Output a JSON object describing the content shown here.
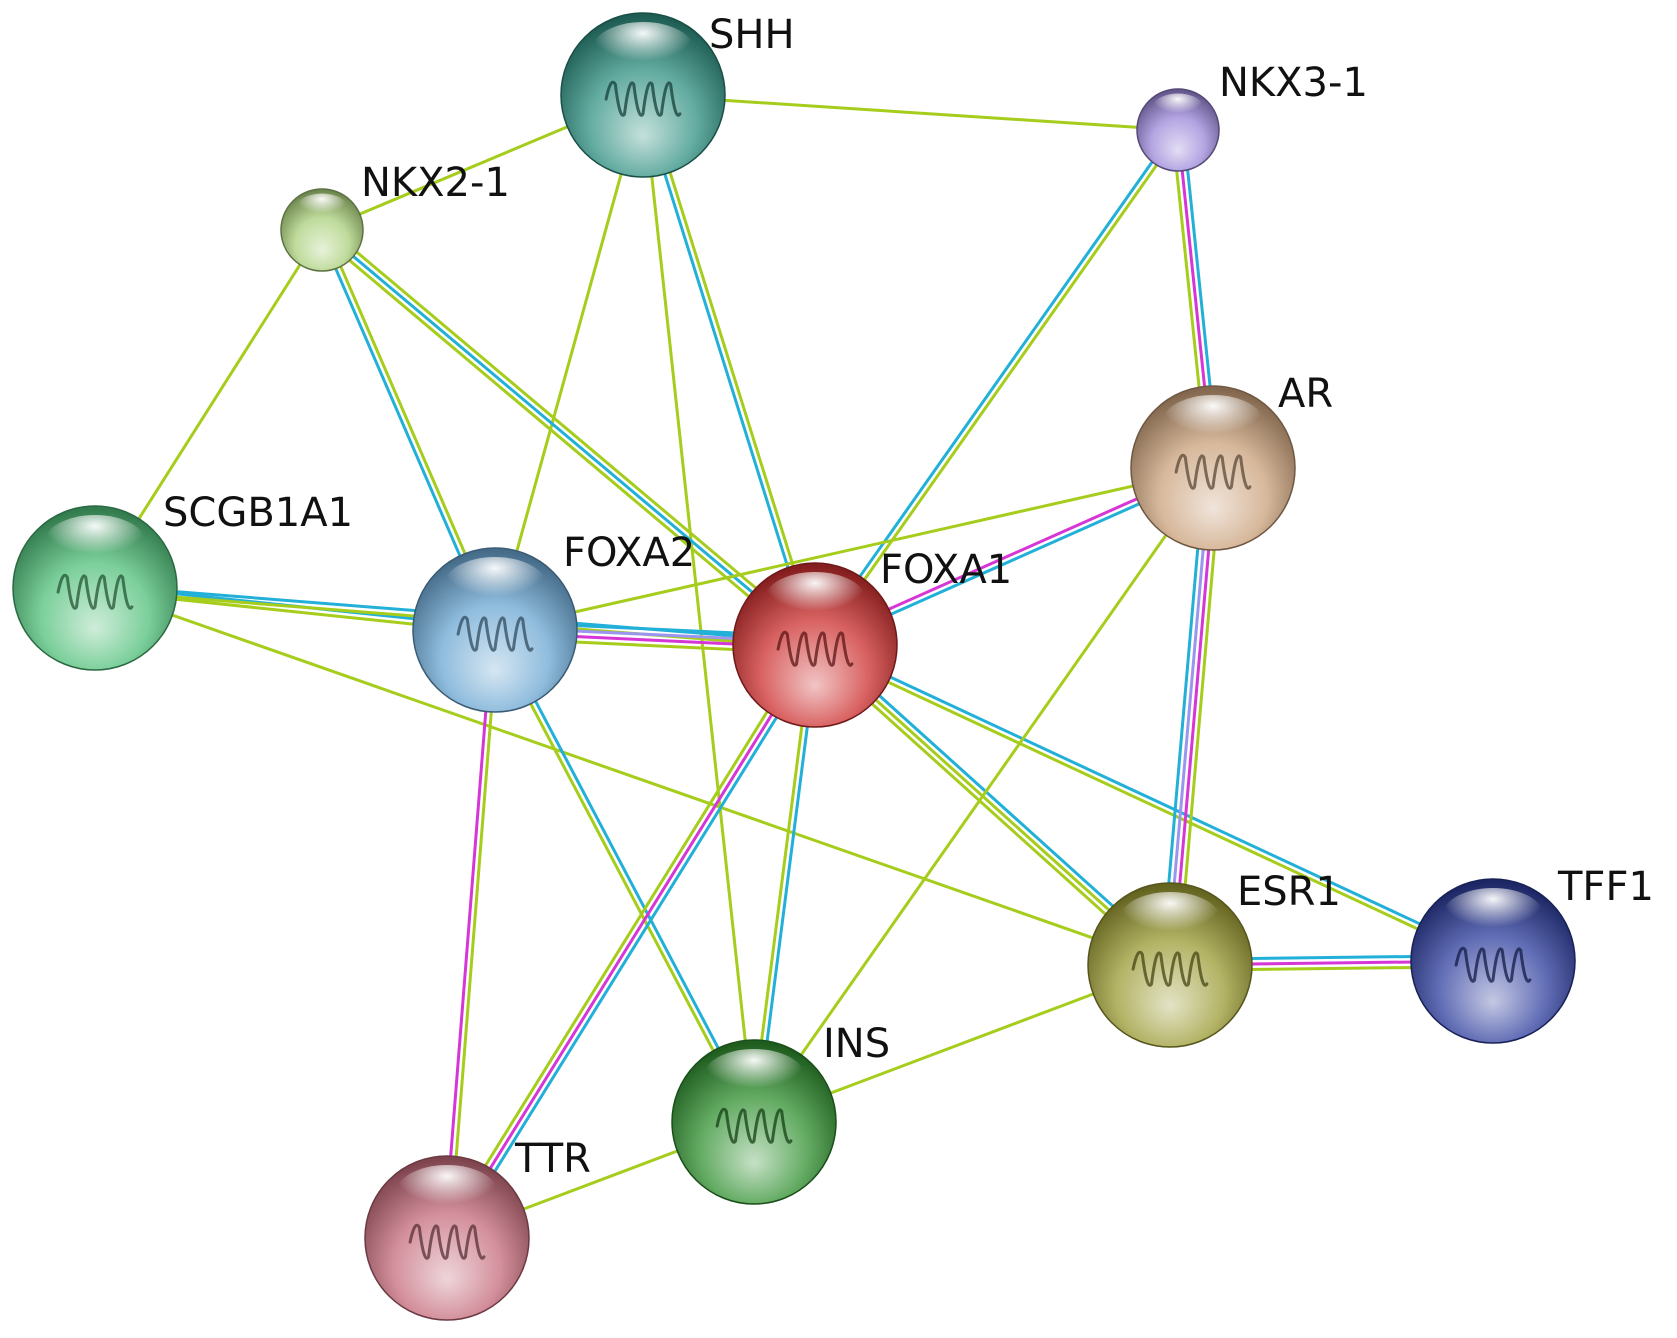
{
  "network": {
    "nodes": [
      {
        "id": "SHH",
        "label": "SHH",
        "color": "#2e8f80"
      },
      {
        "id": "NKX3-1",
        "label": "NKX3-1",
        "color": "#9a86d8"
      },
      {
        "id": "NKX2-1",
        "label": "NKX2-1",
        "color": "#a9cf7a"
      },
      {
        "id": "AR",
        "label": "AR",
        "color": "#c9a07a"
      },
      {
        "id": "SCGB1A1",
        "label": "SCGB1A1",
        "color": "#4fbf78"
      },
      {
        "id": "FOXA2",
        "label": "FOXA2",
        "color": "#6aa6d2"
      },
      {
        "id": "FOXA1",
        "label": "FOXA1",
        "color": "#cc2e2e"
      },
      {
        "id": "ESR1",
        "label": "ESR1",
        "color": "#9a9a32"
      },
      {
        "id": "TFF1",
        "label": "TFF1",
        "color": "#2c3c9c"
      },
      {
        "id": "INS",
        "label": "INS",
        "color": "#2f8f2f"
      },
      {
        "id": "TTR",
        "label": "TTR",
        "color": "#c46a7a"
      }
    ],
    "edge_colors": {
      "textmining": "#a6cc1c",
      "curated": "#22b0d8",
      "experimental": "#d636d6",
      "coexpression": "#9a96f0"
    },
    "edges": [
      {
        "source": "SHH",
        "target": "NKX3-1",
        "types": [
          "textmining"
        ]
      },
      {
        "source": "SHH",
        "target": "NKX2-1",
        "types": [
          "textmining"
        ]
      },
      {
        "source": "SHH",
        "target": "FOXA2",
        "types": [
          "textmining"
        ]
      },
      {
        "source": "SHH",
        "target": "FOXA1",
        "types": [
          "textmining",
          "curated"
        ]
      },
      {
        "source": "SHH",
        "target": "INS",
        "types": [
          "textmining"
        ]
      },
      {
        "source": "NKX3-1",
        "target": "AR",
        "types": [
          "curated",
          "experimental",
          "textmining"
        ]
      },
      {
        "source": "NKX3-1",
        "target": "FOXA1",
        "types": [
          "textmining",
          "curated"
        ]
      },
      {
        "source": "NKX2-1",
        "target": "SCGB1A1",
        "types": [
          "textmining"
        ]
      },
      {
        "source": "NKX2-1",
        "target": "FOXA2",
        "types": [
          "textmining",
          "curated"
        ]
      },
      {
        "source": "NKX2-1",
        "target": "FOXA1",
        "types": [
          "textmining",
          "curated",
          "textmining"
        ]
      },
      {
        "source": "SCGB1A1",
        "target": "FOXA2",
        "types": [
          "curated",
          "textmining"
        ]
      },
      {
        "source": "SCGB1A1",
        "target": "FOXA1",
        "types": [
          "curated",
          "textmining"
        ]
      },
      {
        "source": "SCGB1A1",
        "target": "ESR1",
        "types": [
          "textmining"
        ]
      },
      {
        "source": "FOXA2",
        "target": "FOXA1",
        "types": [
          "curated",
          "coexpression",
          "experimental",
          "textmining"
        ]
      },
      {
        "source": "FOXA2",
        "target": "AR",
        "types": [
          "textmining"
        ]
      },
      {
        "source": "FOXA2",
        "target": "TTR",
        "types": [
          "textmining",
          "experimental"
        ]
      },
      {
        "source": "FOXA2",
        "target": "INS",
        "types": [
          "curated",
          "textmining"
        ]
      },
      {
        "source": "FOXA1",
        "target": "AR",
        "types": [
          "experimental",
          "curated"
        ]
      },
      {
        "source": "FOXA1",
        "target": "ESR1",
        "types": [
          "curated",
          "textmining",
          "textmining"
        ]
      },
      {
        "source": "FOXA1",
        "target": "TFF1",
        "types": [
          "curated",
          "textmining"
        ]
      },
      {
        "source": "FOXA1",
        "target": "INS",
        "types": [
          "curated",
          "textmining"
        ]
      },
      {
        "source": "FOXA1",
        "target": "TTR",
        "types": [
          "curated",
          "experimental",
          "textmining"
        ]
      },
      {
        "source": "AR",
        "target": "ESR1",
        "types": [
          "textmining",
          "experimental",
          "coexpression",
          "curated"
        ]
      },
      {
        "source": "AR",
        "target": "INS",
        "types": [
          "textmining"
        ]
      },
      {
        "source": "ESR1",
        "target": "TFF1",
        "types": [
          "curated",
          "experimental",
          "textmining"
        ]
      },
      {
        "source": "ESR1",
        "target": "INS",
        "types": [
          "textmining"
        ]
      },
      {
        "source": "INS",
        "target": "TTR",
        "types": [
          "textmining"
        ]
      }
    ]
  }
}
